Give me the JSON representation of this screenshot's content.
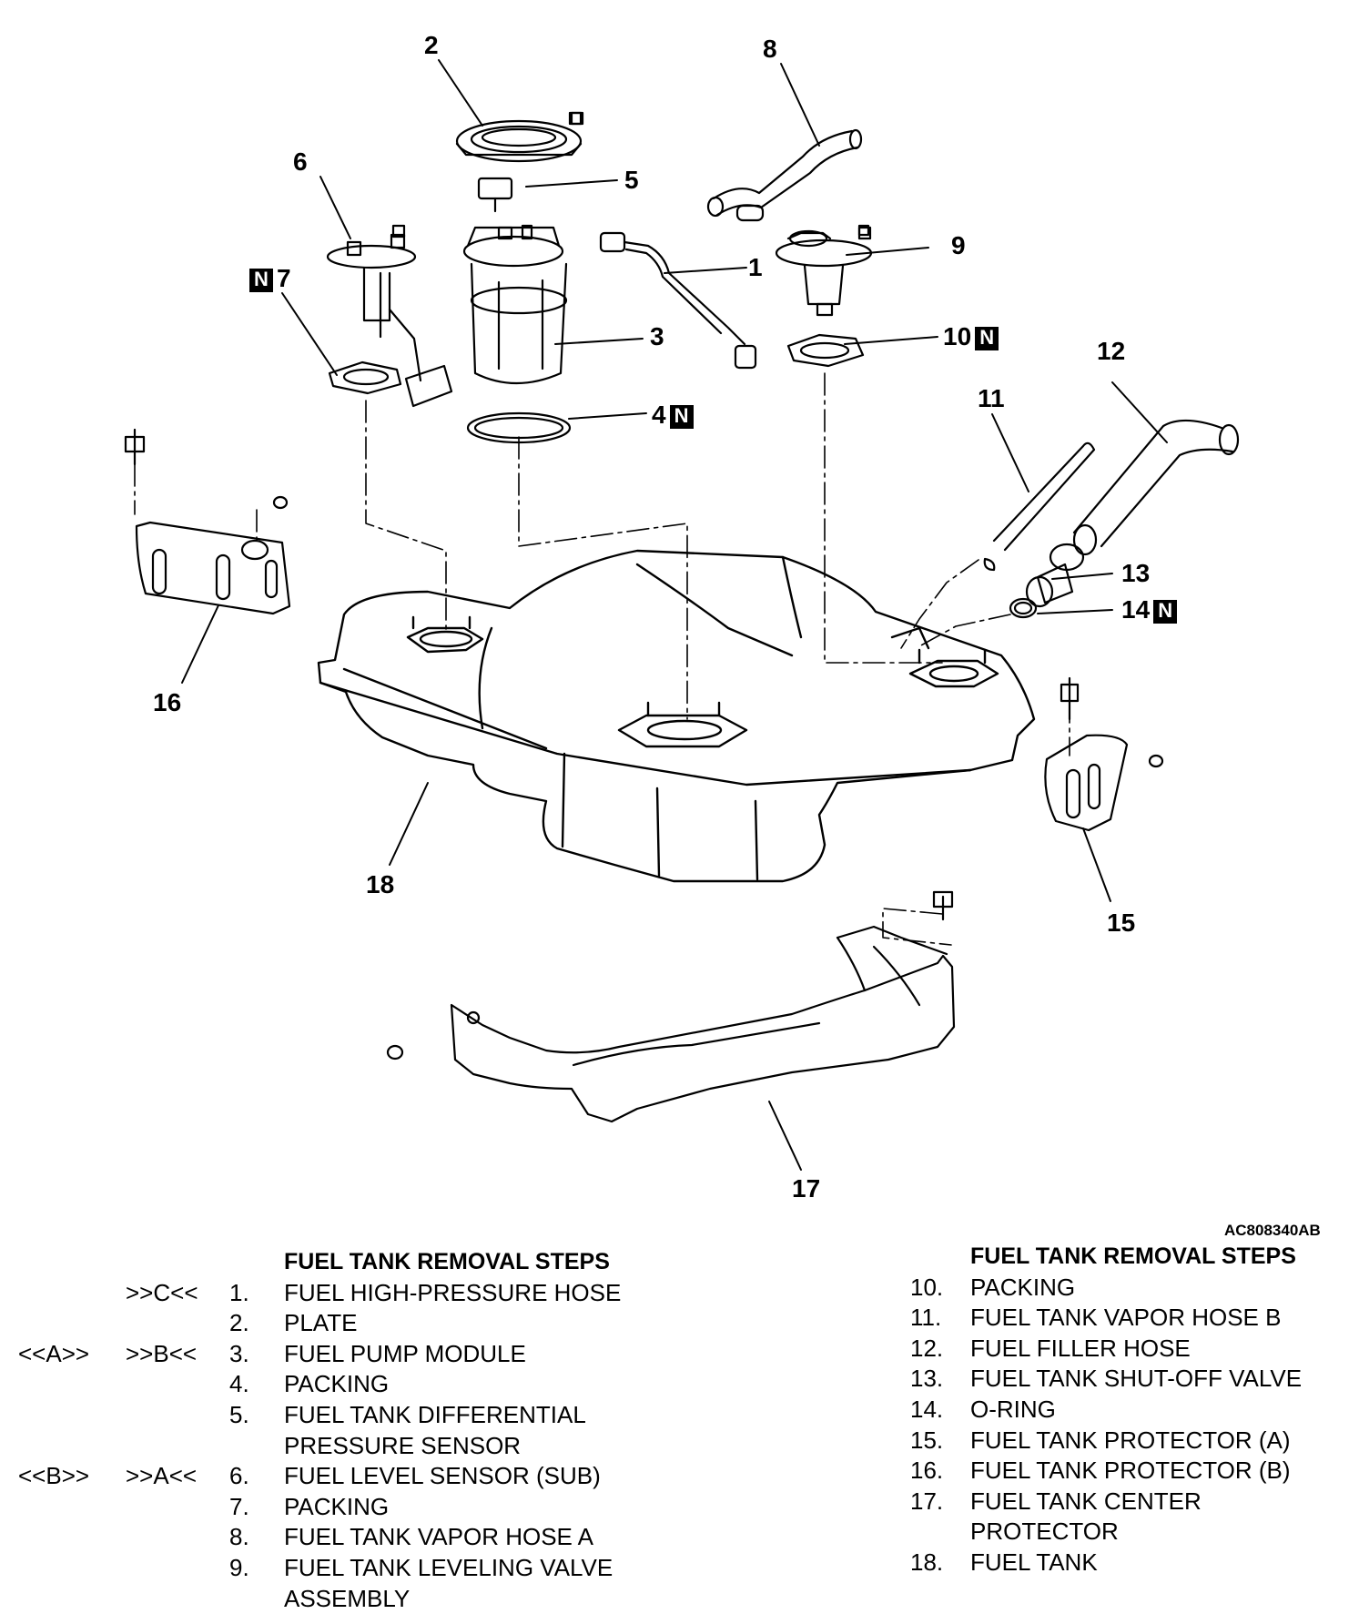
{
  "figure_code": "AC808340AB",
  "callouts": {
    "c1": "1",
    "c2": "2",
    "c3": "3",
    "c4": "4",
    "c5": "5",
    "c6": "6",
    "c7": "7",
    "c8": "8",
    "c9": "9",
    "c10": "10",
    "c11": "11",
    "c12": "12",
    "c13": "13",
    "c14": "14",
    "c15": "15",
    "c16": "16",
    "c17": "17",
    "c18": "18",
    "n_mark": "N"
  },
  "left_list": {
    "heading": "FUEL TANK REMOVAL STEPS",
    "items": [
      {
        "ref_a": "",
        "ref_b": ">>C<<",
        "num": "1.",
        "text": "FUEL HIGH-PRESSURE HOSE"
      },
      {
        "ref_a": "",
        "ref_b": "",
        "num": "2.",
        "text": "PLATE"
      },
      {
        "ref_a": "<<A>>",
        "ref_b": ">>B<<",
        "num": "3.",
        "text": "FUEL PUMP MODULE"
      },
      {
        "ref_a": "",
        "ref_b": "",
        "num": "4.",
        "text": "PACKING"
      },
      {
        "ref_a": "",
        "ref_b": "",
        "num": "5.",
        "text": "FUEL TANK DIFFERENTIAL"
      },
      {
        "ref_a": "",
        "ref_b": "",
        "num": "",
        "text": "PRESSURE SENSOR"
      },
      {
        "ref_a": "<<B>>",
        "ref_b": ">>A<<",
        "num": "6.",
        "text": "FUEL LEVEL SENSOR (SUB)"
      },
      {
        "ref_a": "",
        "ref_b": "",
        "num": "7.",
        "text": "PACKING"
      },
      {
        "ref_a": "",
        "ref_b": "",
        "num": "8.",
        "text": "FUEL TANK VAPOR HOSE A"
      },
      {
        "ref_a": "",
        "ref_b": "",
        "num": "9.",
        "text": "FUEL TANK LEVELING VALVE"
      },
      {
        "ref_a": "",
        "ref_b": "",
        "num": "",
        "text": "ASSEMBLY"
      }
    ]
  },
  "right_list": {
    "heading": "FUEL TANK REMOVAL STEPS",
    "items": [
      {
        "num": "10.",
        "text": "PACKING"
      },
      {
        "num": "11.",
        "text": "FUEL TANK VAPOR HOSE B"
      },
      {
        "num": "12.",
        "text": "FUEL FILLER HOSE"
      },
      {
        "num": "13.",
        "text": "FUEL TANK SHUT-OFF VALVE"
      },
      {
        "num": "14.",
        "text": "O-RING"
      },
      {
        "num": "15.",
        "text": "FUEL TANK PROTECTOR (A)"
      },
      {
        "num": "16.",
        "text": "FUEL TANK PROTECTOR (B)"
      },
      {
        "num": "17.",
        "text": "FUEL TANK CENTER"
      },
      {
        "num": "",
        "text": "PROTECTOR"
      },
      {
        "num": "18.",
        "text": "FUEL TANK"
      }
    ]
  }
}
